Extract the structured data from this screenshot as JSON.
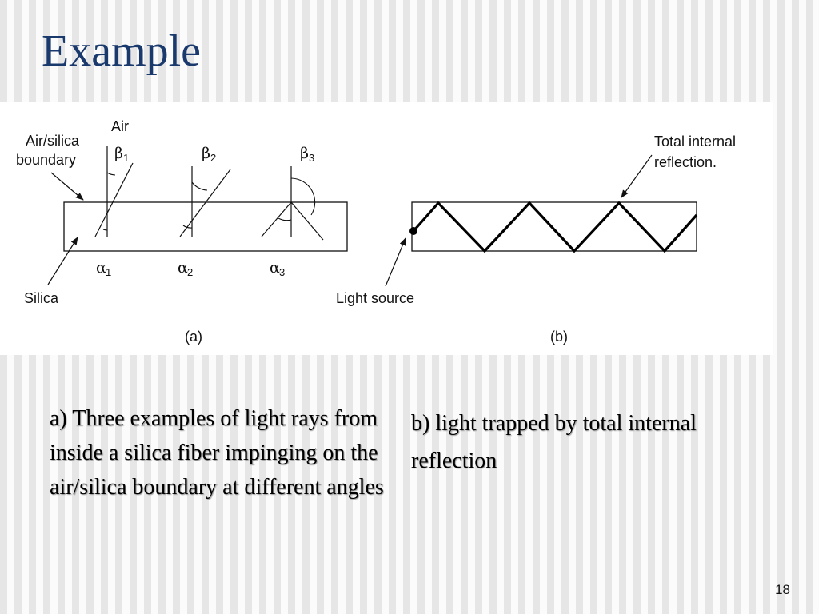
{
  "slide": {
    "title": "Example",
    "page_number": "18"
  },
  "figure": {
    "label_air": "Air",
    "label_boundary_line1": "Air/silica",
    "label_boundary_line2": "boundary",
    "label_silica": "Silica",
    "beta_symbol": "β",
    "alpha_symbol": "α",
    "subscripts": [
      "1",
      "2",
      "3"
    ],
    "label_tir_line1": "Total internal",
    "label_tir_line2": "reflection.",
    "label_light_source": "Light source",
    "panel_a_label": "(a)",
    "panel_b_label": "(b)"
  },
  "captions": {
    "a": "a) Three examples of light rays from inside a silica fiber impinging on the air/silica boundary at different angles",
    "b": "b) light trapped by total internal reflection"
  }
}
